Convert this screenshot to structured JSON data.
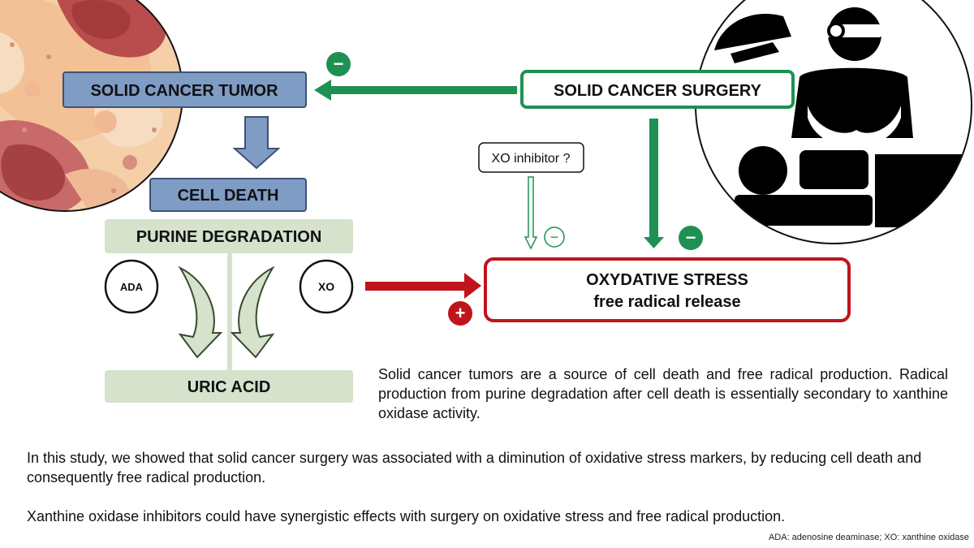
{
  "nodes": {
    "tumor": "SOLID CANCER TUMOR",
    "surgery": "SOLID CANCER SURGERY",
    "cell_death": "CELL DEATH",
    "purine": "PURINE DEGRADATION",
    "uric_acid": "URIC ACID",
    "ada": "ADA",
    "xo": "XO",
    "stress_title": "OXYDATIVE STRESS",
    "stress_sub": "free radical release",
    "xo_inhibitor": "XO inhibitor ?"
  },
  "signs": {
    "minus": "−",
    "plus": "+"
  },
  "text": {
    "summary": "Solid cancer tumors are a source of cell death and free radical production. Radical production from purine degradation after cell death is essentially secondary to xanthine oxidase activity.",
    "study": "In this study, we showed that solid cancer surgery was associated with a diminution of oxidative stress markers, by reducing cell death and consequently free radical production.",
    "xo_inhibitors": "Xanthine oxidase inhibitors could have synergistic effects with surgery on oxidative stress and free radical production.",
    "footnote": "ADA: adenosine deaminase; XO: xanthine oxidase"
  },
  "colors": {
    "tumor_blue": "#7f9cc5",
    "green": "#1e9152",
    "red": "#c0141c",
    "sage": "#d6e2cc"
  },
  "icons": [
    "tumor-cells-illustration",
    "surgery-icon"
  ]
}
